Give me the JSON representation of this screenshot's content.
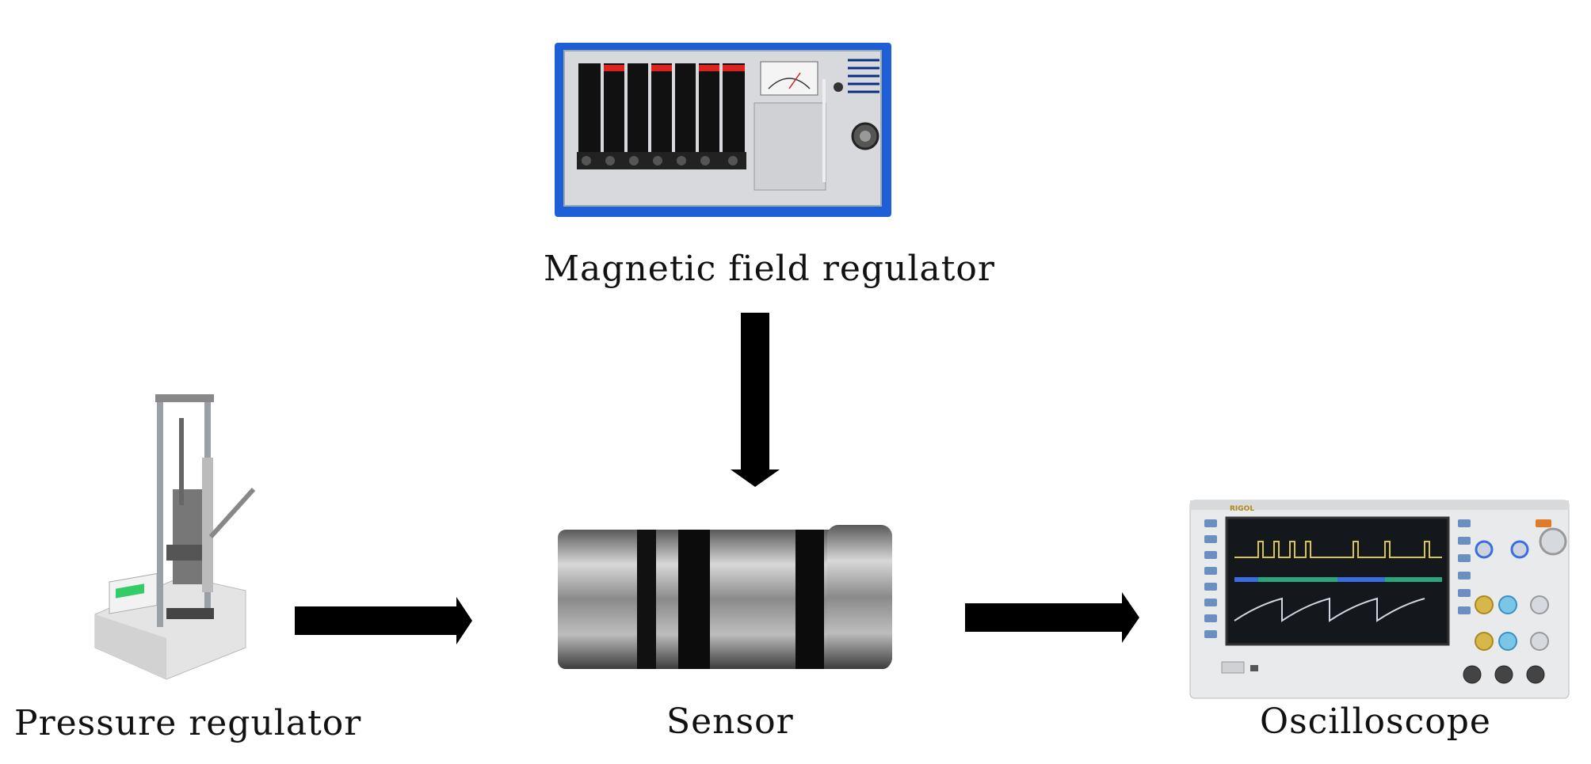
{
  "diagram": {
    "nodes": [
      {
        "id": "magnetic",
        "label": "Magnetic field regulator",
        "icon": "magnetic-field-regulator-device"
      },
      {
        "id": "pressure",
        "label": "Pressure regulator",
        "icon": "pressure-tester-device"
      },
      {
        "id": "sensor",
        "label": "Sensor",
        "icon": "cylindrical-sensor"
      },
      {
        "id": "scope",
        "label": "Oscilloscope",
        "icon": "oscilloscope-device"
      }
    ],
    "edges": [
      {
        "from": "magnetic",
        "to": "sensor"
      },
      {
        "from": "pressure",
        "to": "sensor"
      },
      {
        "from": "sensor",
        "to": "scope"
      }
    ]
  },
  "scope_brand": "RIGOL"
}
